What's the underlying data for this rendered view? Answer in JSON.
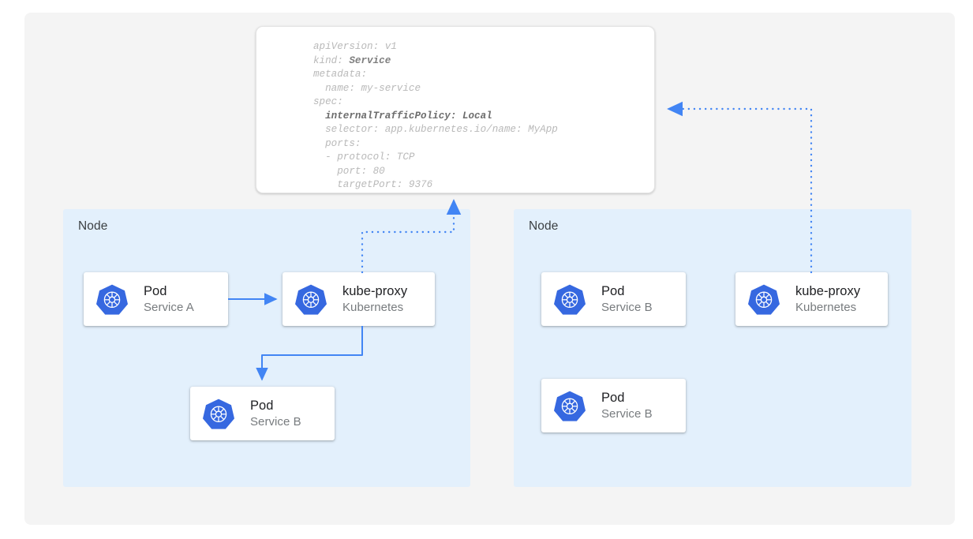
{
  "diagram": {
    "title_absent": "",
    "colors": {
      "page_background": "#ffffff",
      "panel_background": "#f4f4f4",
      "node_background": "#e3f0fc",
      "card_background": "#ffffff",
      "accent_blue": "#4285f4",
      "kubernetes_blue": "#3668e0",
      "text_primary": "#202124",
      "text_secondary": "#777b7e",
      "code_text": "#b9b9b9",
      "code_text_bold": "#7e7e7e"
    },
    "yaml_manifest": {
      "lines": [
        "apiVersion: v1",
        "kind: Service",
        "metadata:",
        "  name: my-service",
        "spec:",
        "  internalTrafficPolicy: Local",
        "  selector: app.kubernetes.io/name: MyApp",
        "  ports:",
        "  - protocol: TCP",
        "    port: 80",
        "    targetPort: 9376"
      ],
      "bold_tokens": [
        "Service",
        "internalTrafficPolicy: Local"
      ]
    },
    "nodes": [
      {
        "label": "Node",
        "cards": [
          {
            "icon": "kubernetes-icon",
            "title": "Pod",
            "subtitle": "Service A"
          },
          {
            "icon": "kubernetes-icon",
            "title": "kube-proxy",
            "subtitle": "Kubernetes"
          },
          {
            "icon": "kubernetes-icon",
            "title": "Pod",
            "subtitle": "Service B"
          }
        ]
      },
      {
        "label": "Node",
        "cards": [
          {
            "icon": "kubernetes-icon",
            "title": "Pod",
            "subtitle": "Service B"
          },
          {
            "icon": "kubernetes-icon",
            "title": "kube-proxy",
            "subtitle": "Kubernetes"
          },
          {
            "icon": "kubernetes-icon",
            "title": "Pod",
            "subtitle": "Service B"
          }
        ]
      }
    ],
    "connectors": [
      {
        "name": "pod-a-to-kube-proxy",
        "style": "solid",
        "arrow": "right"
      },
      {
        "name": "kube-proxy-to-pod-b",
        "style": "solid",
        "arrow": "down"
      },
      {
        "name": "kube-proxy-left-to-manifest",
        "style": "dotted",
        "arrow": "up"
      },
      {
        "name": "kube-proxy-right-to-manifest",
        "style": "dotted",
        "arrow": "left"
      }
    ]
  }
}
